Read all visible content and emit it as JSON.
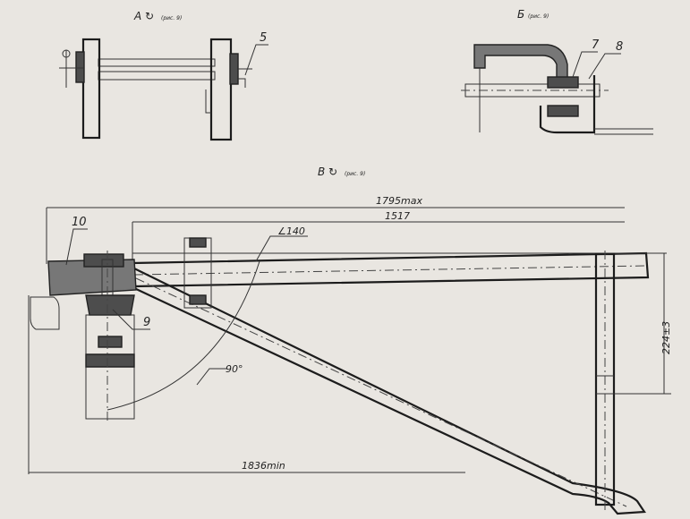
{
  "views": {
    "a": {
      "letter": "А",
      "ref": "(рис. 9)"
    },
    "b": {
      "letter": "Б",
      "ref": "(рис. 9)"
    },
    "v": {
      "letter": "В",
      "ref": "(рис. 9)"
    }
  },
  "callouts": [
    "5",
    "7",
    "8",
    "10",
    "9"
  ],
  "dimensions": {
    "max_length": "1795max",
    "length": "1517",
    "angle_small": "∠140",
    "angle_90": "90°",
    "height": "224±3",
    "min_length": "1836min"
  }
}
